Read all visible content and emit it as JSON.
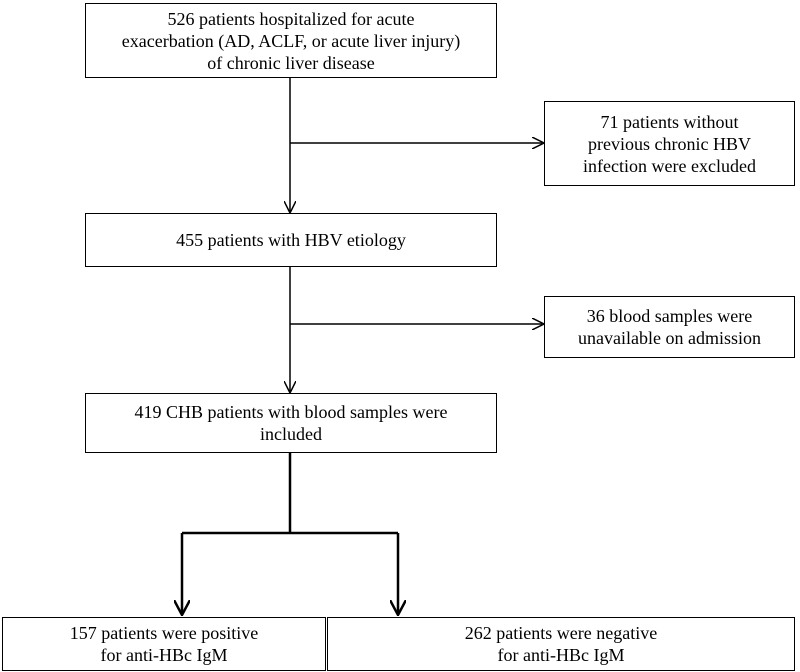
{
  "boxes": {
    "start": "526 patients hospitalized for acute\nexacerbation (AD, ACLF, or acute liver injury)\nof chronic liver disease",
    "excluded_1": "71 patients without\nprevious chronic HBV\ninfection were excluded",
    "hbv": "455 patients with HBV etiology",
    "excluded_2": "36 blood samples were\nunavailable on admission",
    "chb": "419 CHB patients with blood samples were\nincluded",
    "positive": "157 patients were positive\nfor anti-HBc IgM",
    "negative": "262 patients were negative\nfor anti-HBc IgM"
  },
  "colors": {
    "line": "#000000",
    "box_border": "#000000",
    "background": "#ffffff"
  }
}
